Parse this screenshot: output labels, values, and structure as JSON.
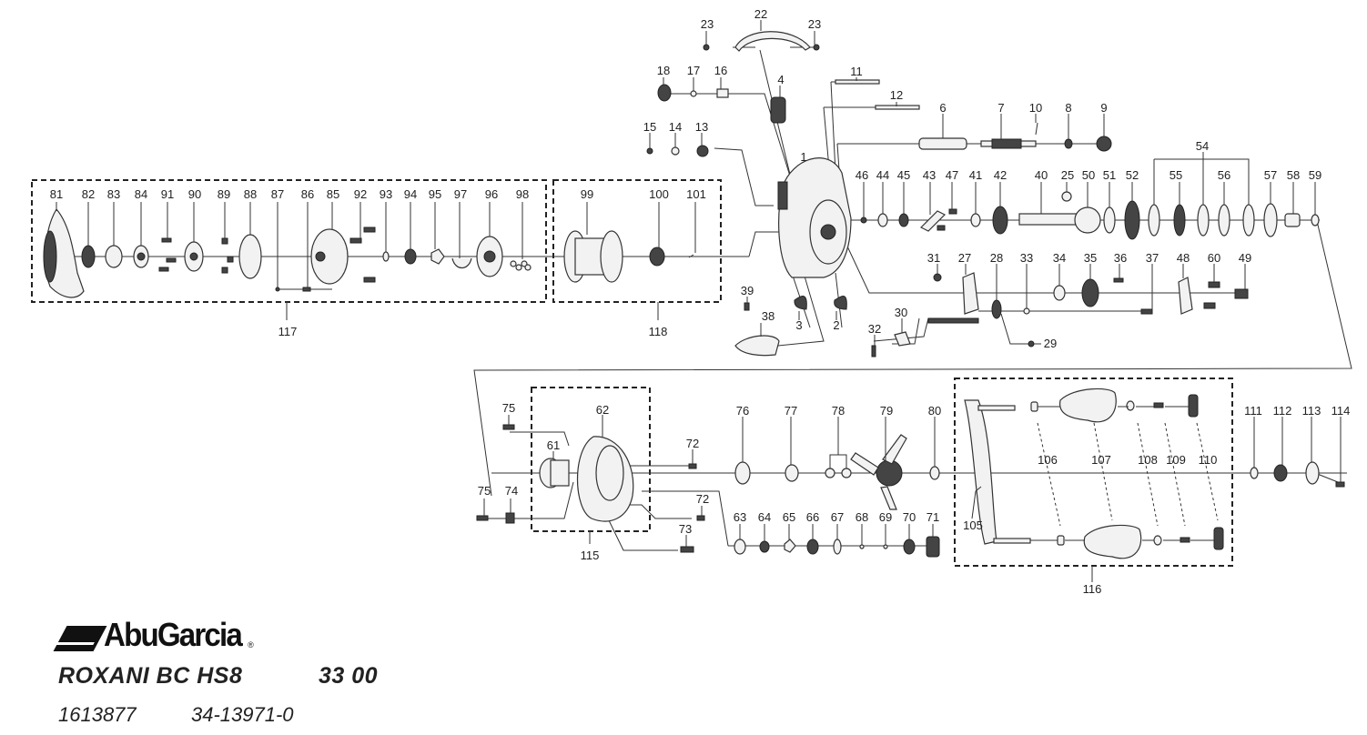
{
  "brand": {
    "logo_text": "AbuGarcia",
    "registered_mark": "®"
  },
  "model": {
    "name": "ROXANI BC HS8",
    "code": "33 00"
  },
  "catalog": {
    "part_number": "1613877",
    "reference": "34-13971-0"
  },
  "colors": {
    "ink": "#222222",
    "background": "#ffffff",
    "part_fill": "#f2f2f2"
  },
  "groups": [
    {
      "id": "117",
      "label": "117",
      "contains": [
        "81",
        "82",
        "83",
        "84",
        "91",
        "90",
        "89",
        "88",
        "87",
        "86",
        "85",
        "92",
        "93",
        "94",
        "95",
        "97",
        "96",
        "98"
      ]
    },
    {
      "id": "118",
      "label": "118",
      "contains": [
        "99",
        "100",
        "101"
      ]
    },
    {
      "id": "115",
      "label": "115",
      "contains": [
        "61",
        "62"
      ]
    },
    {
      "id": "116",
      "label": "116",
      "contains": [
        "105",
        "106",
        "107",
        "108",
        "109",
        "110"
      ]
    }
  ],
  "callouts": {
    "c81": "81",
    "c82": "82",
    "c83": "83",
    "c84": "84",
    "c91": "91",
    "c90": "90",
    "c89": "89",
    "c88": "88",
    "c87": "87",
    "c86": "86",
    "c85": "85",
    "c92": "92",
    "c93": "93",
    "c94": "94",
    "c95": "95",
    "c97": "97",
    "c96": "96",
    "c98": "98",
    "c117": "117",
    "c99": "99",
    "c100": "100",
    "c101": "101",
    "c118": "118",
    "c23a": "23",
    "c22": "22",
    "c23b": "23",
    "c18": "18",
    "c17": "17",
    "c16": "16",
    "c4": "4",
    "c15": "15",
    "c14": "14",
    "c13": "13",
    "c1": "1",
    "c11": "11",
    "c12": "12",
    "c6": "6",
    "c7": "7",
    "c10": "10",
    "c8": "8",
    "c9": "9",
    "c54": "54",
    "c46": "46",
    "c44": "44",
    "c45": "45",
    "c43": "43",
    "c47": "47",
    "c41": "41",
    "c42": "42",
    "c40": "40",
    "c25": "25",
    "c50": "50",
    "c51": "51",
    "c52": "52",
    "c55": "55",
    "c56": "56",
    "c57": "57",
    "c58": "58",
    "c59": "59",
    "c31": "31",
    "c27": "27",
    "c28": "28",
    "c33": "33",
    "c34": "34",
    "c35": "35",
    "c36": "36",
    "c37": "37",
    "c48": "48",
    "c60": "60",
    "c49": "49",
    "c39": "39",
    "c38": "38",
    "c3": "3",
    "c2": "2",
    "c30": "30",
    "c32": "32",
    "c29": "29",
    "c75a": "75",
    "c62": "62",
    "c61": "61",
    "c72a": "72",
    "c75b": "75",
    "c74": "74",
    "c72b": "72",
    "c73": "73",
    "c115": "115",
    "c76": "76",
    "c77": "77",
    "c78": "78",
    "c79": "79",
    "c80": "80",
    "c63": "63",
    "c64": "64",
    "c65": "65",
    "c66": "66",
    "c67": "67",
    "c68": "68",
    "c69": "69",
    "c70": "70",
    "c71": "71",
    "c106": "106",
    "c107": "107",
    "c108": "108",
    "c109": "109",
    "c110": "110",
    "c105": "105",
    "c116": "116",
    "c111": "111",
    "c112": "112",
    "c113": "113",
    "c114": "114"
  }
}
